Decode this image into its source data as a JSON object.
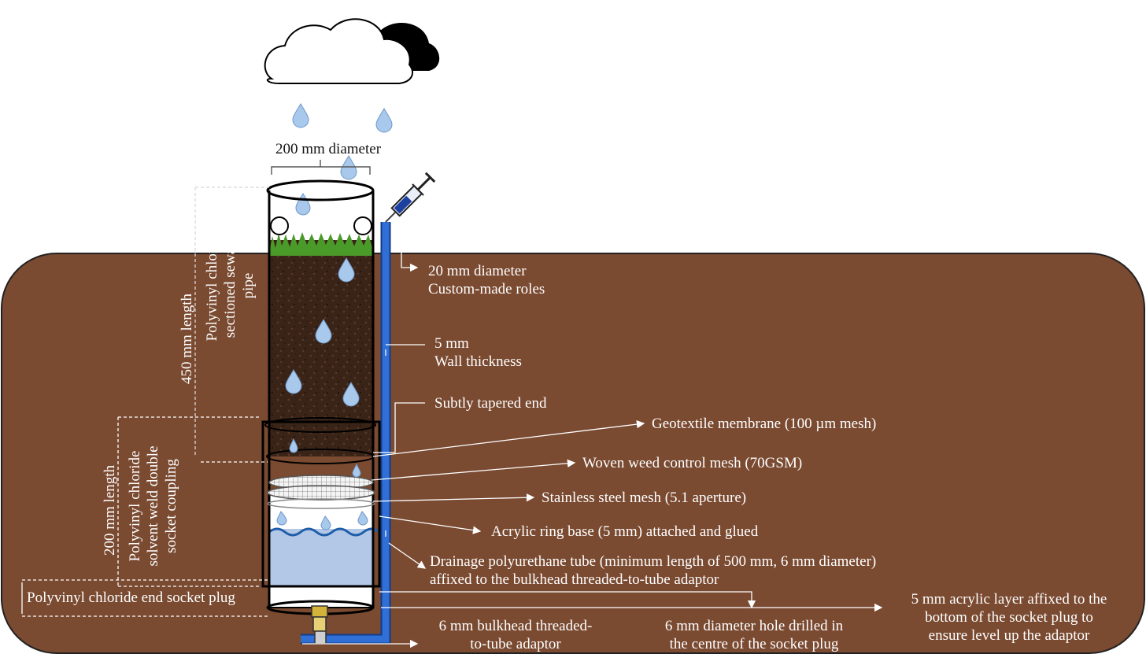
{
  "top_label": "200 mm diameter",
  "labels": {
    "custom_roles": [
      "20 mm diameter",
      "Custom-made roles"
    ],
    "wall": [
      "5 mm",
      "Wall thickness"
    ],
    "tapered": "Subtly tapered end",
    "geotextile": "Geotextile membrane (100 µm mesh)",
    "woven": "Woven weed control mesh (70GSM)",
    "stainless": "Stainless steel mesh (5.1 aperture)",
    "acrylic_ring": "Acrylic ring base (5 mm)  attached and glued",
    "drainage": [
      "Drainage polyurethane tube (minimum length of 500 mm, 6 mm diameter)",
      "affixed to the bulkhead threaded-to-tube adaptor"
    ],
    "end_plug": "Polyvinyl chloride end socket plug",
    "acrylic_layer": [
      "5 mm acrylic layer affixed to the",
      "bottom of the socket plug to",
      "ensure level up the adaptor"
    ],
    "bulkhead": [
      "6 mm bulkhead threaded-",
      "to-tube adaptor"
    ],
    "hole": [
      "6 mm diameter hole drilled in",
      "the centre of the socket plug"
    ]
  },
  "vertical_labels": {
    "length_450": "450 mm length",
    "pipe": [
      "Polyvinyl chloride",
      "sectioned sewage",
      "pipe"
    ],
    "length_200": "200 mm length",
    "coupling": [
      "Polyvinyl chloride",
      "solvent weld double",
      "socket coupling"
    ]
  },
  "colors": {
    "soil": "#7a4a31",
    "soil_dark": "#2a1a12",
    "grass": "#4a9a2a",
    "water": "#b3c7e6",
    "tube": "#2f6fd6",
    "drop": "#a8c8ec",
    "text": "#ffffff"
  },
  "icons": [
    "cloud-icon",
    "raindrop-icon",
    "syringe-icon",
    "bulkhead-adaptor-icon"
  ]
}
